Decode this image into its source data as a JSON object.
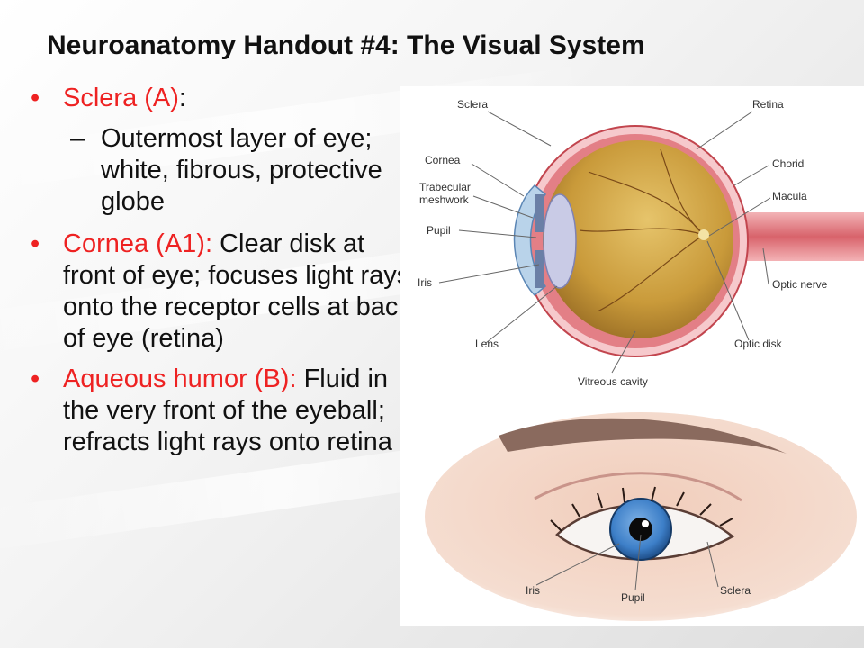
{
  "title": "Neuroanatomy Handout #4:  The Visual System",
  "bullets": [
    {
      "term": "Sclera (A)",
      "suffix": ":",
      "sub": "Outermost layer of eye; white, fibrous, protective globe"
    },
    {
      "term": "Cornea (A1):",
      "text": "  Clear disk at front of eye; focuses light rays onto the receptor cells at back of eye (retina)"
    },
    {
      "term": "Aqueous humor (B):",
      "text": " Fluid in the very front of the eyeball; refracts light rays onto retina"
    }
  ],
  "diagram_labels": {
    "sclera": "Sclera",
    "retina": "Retina",
    "cornea": "Cornea",
    "chorid": "Chorid",
    "trabecular_1": "Trabecular",
    "trabecular_2": "meshwork",
    "macula": "Macula",
    "pupil": "Pupil",
    "iris": "Iris",
    "optic_nerve": "Optic nerve",
    "lens": "Lens",
    "optic_disk": "Optic disk",
    "vitreous": "Vitreous cavity"
  },
  "photo_labels": {
    "iris": "Iris",
    "pupil": "Pupil",
    "sclera": "Sclera"
  },
  "colors": {
    "accent_red": "#ee2222",
    "globe": "#c99a3a",
    "choroid": "#e37f86",
    "iris_blue": "#3d7fc8"
  }
}
